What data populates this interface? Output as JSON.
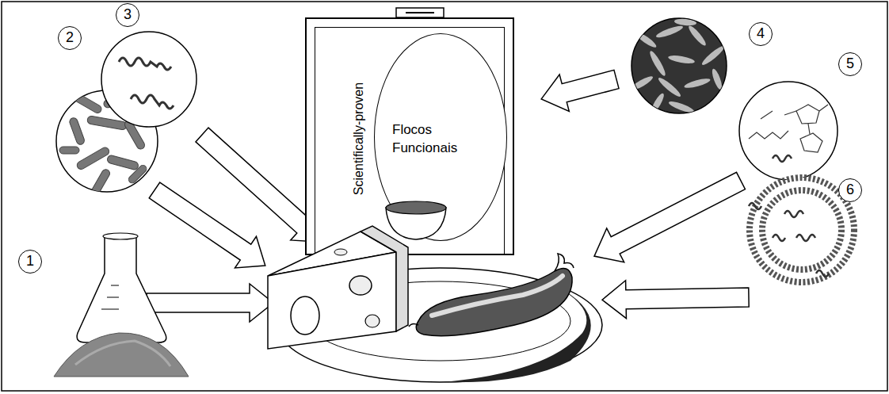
{
  "diagram": {
    "nodes": [
      {
        "text": [
          "Scientifically-proven"
        ]
      },
      {
        "text": [
          "Flocos Funcionais"
        ],
        "in": 0
      }
    ],
    "labels": [
      "1",
      "2",
      "3",
      "4",
      "5",
      "6"
    ]
  }
}
